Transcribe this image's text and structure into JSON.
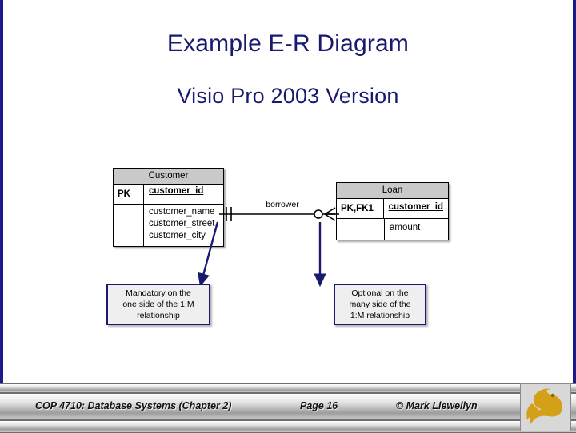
{
  "slide": {
    "title": "Example E-R Diagram",
    "subtitle": "Visio Pro 2003 Version"
  },
  "diagram": {
    "relationship_label": "borrower",
    "entities": [
      {
        "name": "Customer",
        "rows": [
          {
            "key": "PK",
            "fields": [
              "customer_id"
            ],
            "underline": true
          },
          {
            "key": "",
            "fields": [
              "customer_name",
              "customer_street",
              "customer_city"
            ],
            "underline": false
          }
        ]
      },
      {
        "name": "Loan",
        "rows": [
          {
            "key": "PK,FK1",
            "fields": [
              "customer_id"
            ],
            "underline": true
          },
          {
            "key": "",
            "fields": [
              "amount"
            ],
            "underline": false
          }
        ]
      }
    ],
    "callouts": [
      {
        "id": "left",
        "line1": "Mandatory on the",
        "line2": "one side of the 1:M",
        "line3": "relationship"
      },
      {
        "id": "right",
        "line1": "Optional on the",
        "line2": "many side of the",
        "line3": "1:M relationship"
      }
    ],
    "notation": {
      "left_end": "mandatory-one",
      "right_end": "optional-many"
    }
  },
  "footer": {
    "course": "COP 4710: Database Systems  (Chapter 2)",
    "page": "Page 16",
    "author": "© Mark Llewellyn",
    "logo": "ucf-pegasus-logo"
  },
  "colors": {
    "title": "#191970",
    "entity_header": "#c9c9c9",
    "callout_border": "#191970",
    "page_border": "#1a1a8c",
    "logo_gold": "#d4a017"
  }
}
